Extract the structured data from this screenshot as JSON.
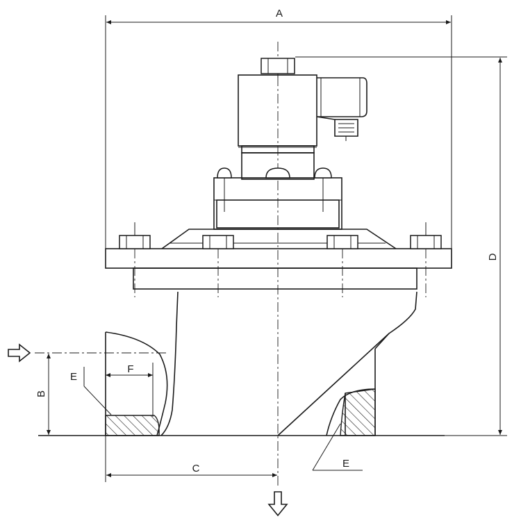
{
  "diagram": {
    "labels": {
      "a": "A",
      "b": "B",
      "c": "C",
      "d": "D",
      "e_left": "E",
      "e_right": "E",
      "f": "F"
    }
  }
}
